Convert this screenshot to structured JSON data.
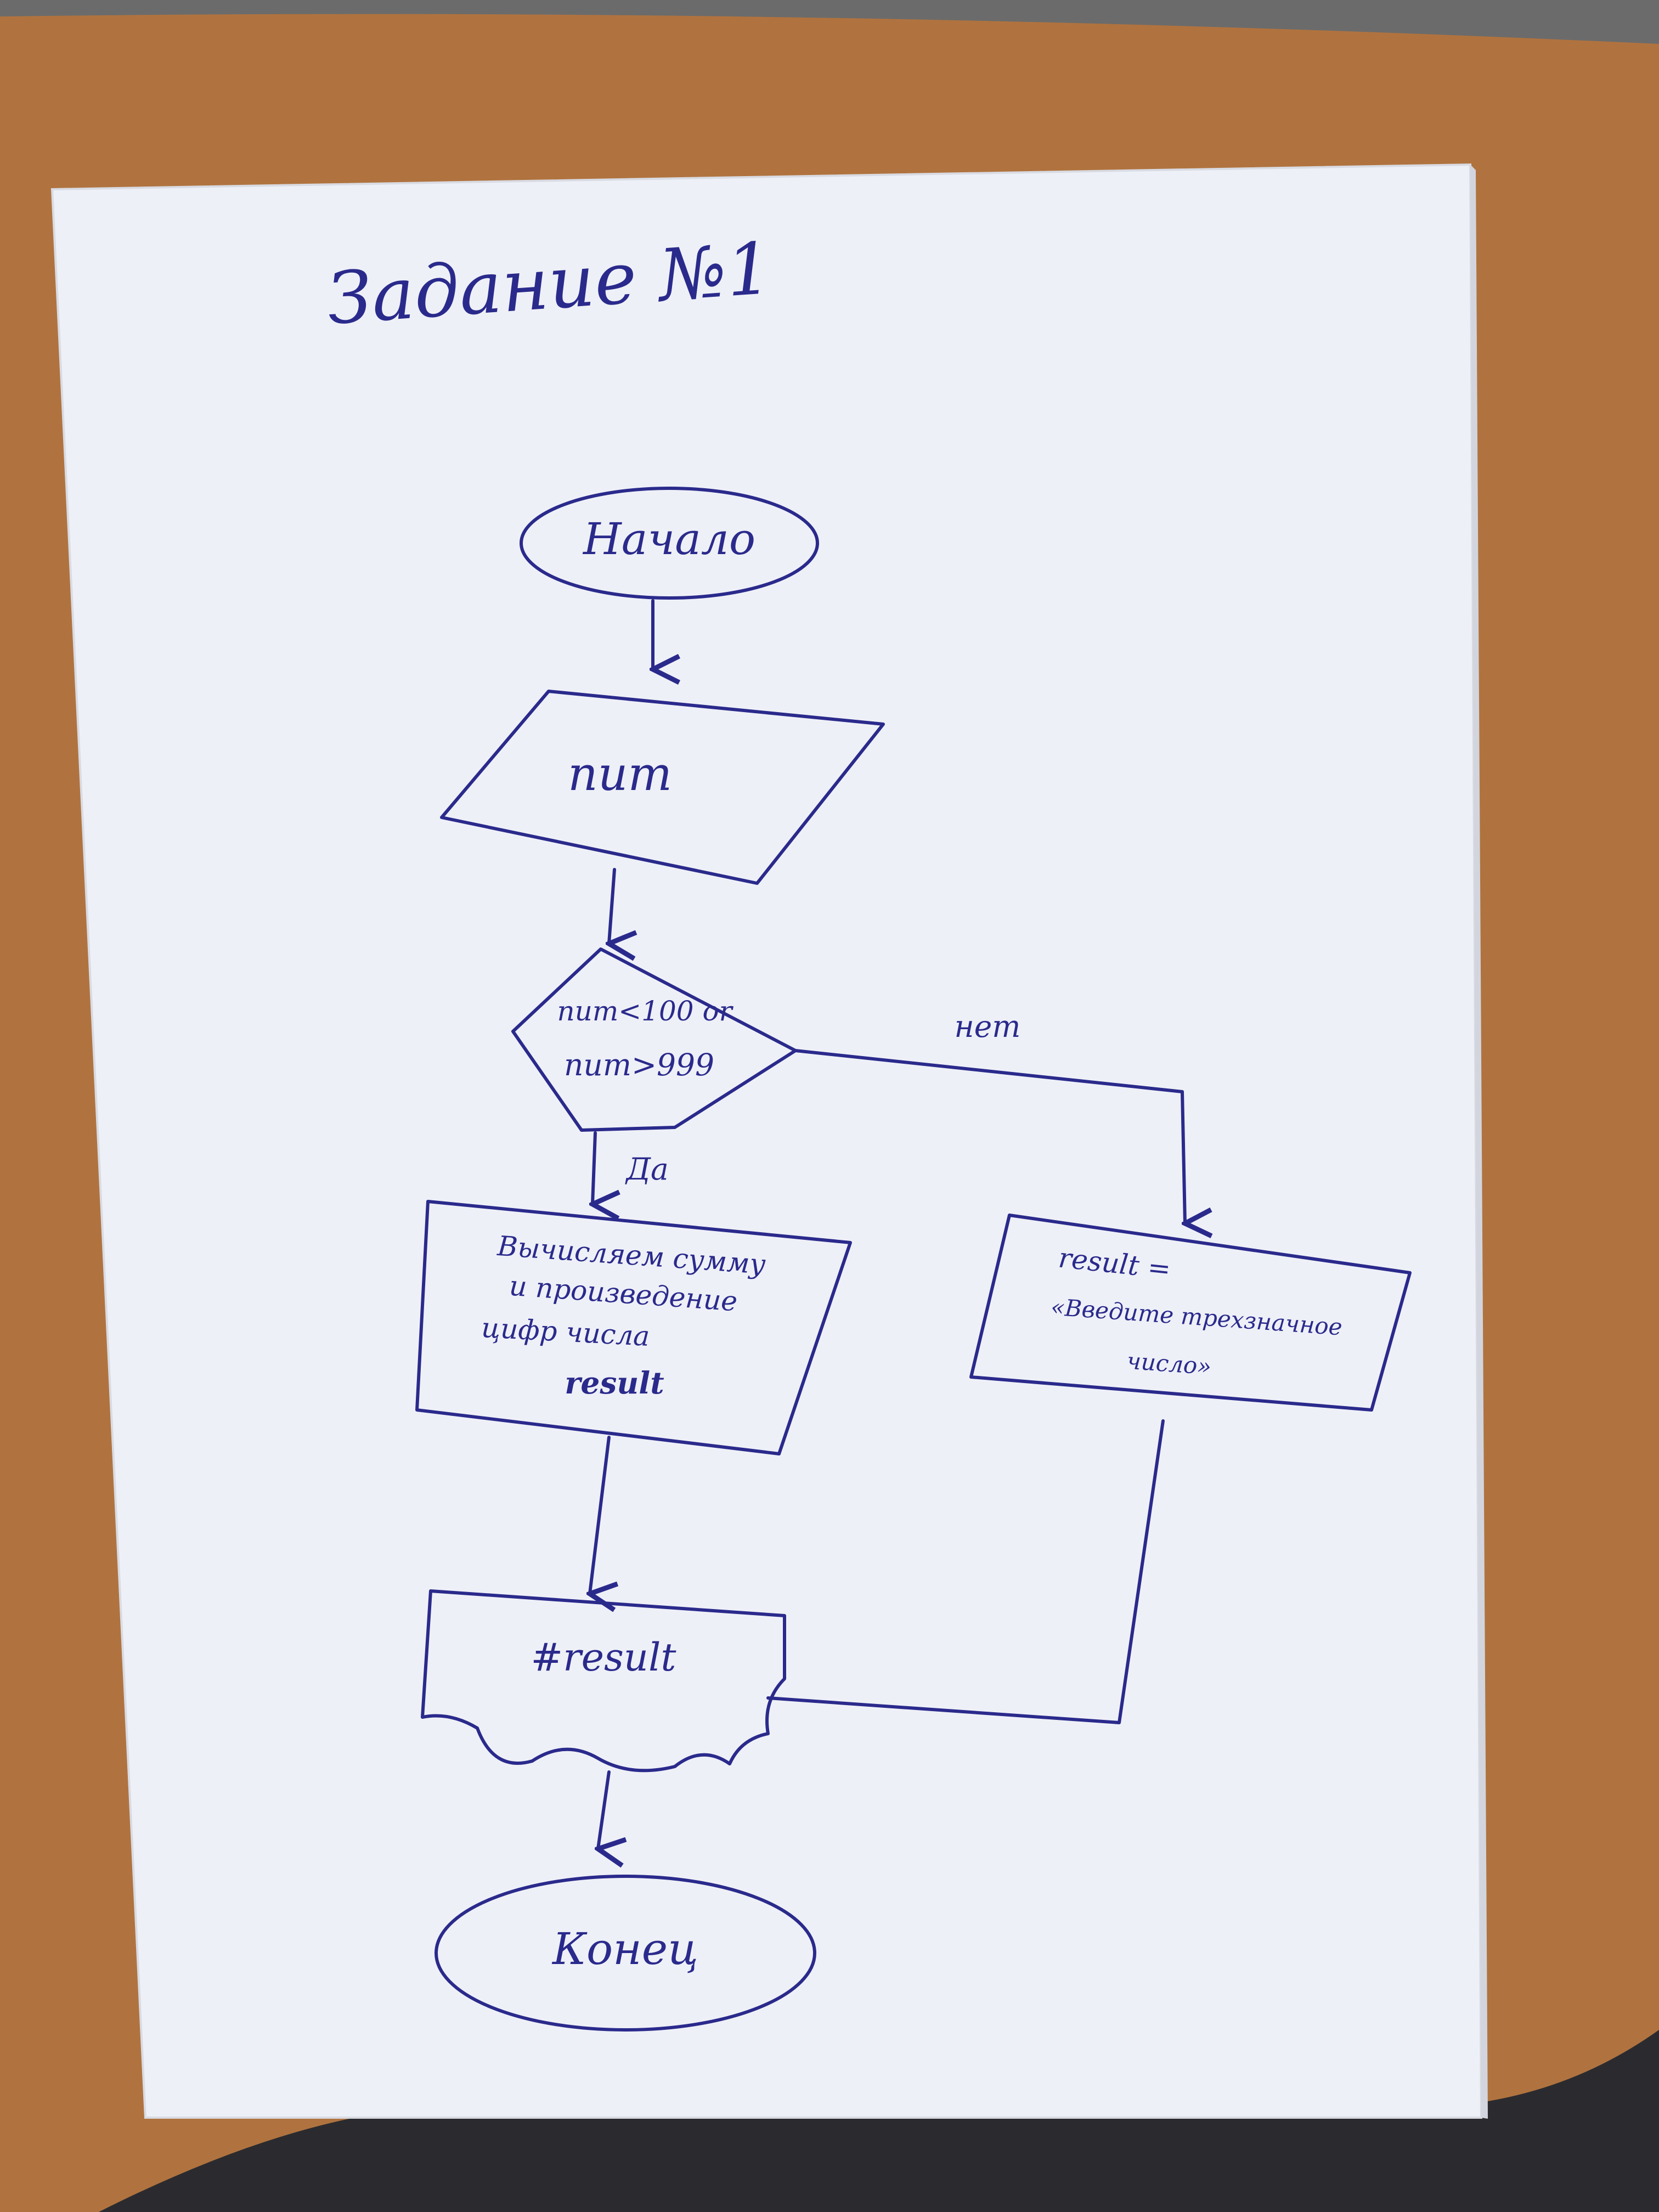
{
  "sheet": {
    "title": "Задание №1",
    "colors": {
      "ink": "#2a2a8c",
      "paper": "#eef0f7",
      "desk": "#b07440"
    }
  },
  "flowchart": {
    "start_label": "Начало",
    "input_label": "num",
    "condition_line1": "num<100 or",
    "condition_line2": "num>999",
    "branch_no_label": "нет",
    "branch_yes_label": "Да",
    "process_yes_line1": "Вычисляем сумму",
    "process_yes_line2": "и произведение",
    "process_yes_line3": "цифр числа",
    "process_yes_line4": "result",
    "process_no_line1": "result =",
    "process_no_line2": "«Введите трехзначное",
    "process_no_line3": "число»",
    "output_label": "#result",
    "end_label": "Конец"
  }
}
